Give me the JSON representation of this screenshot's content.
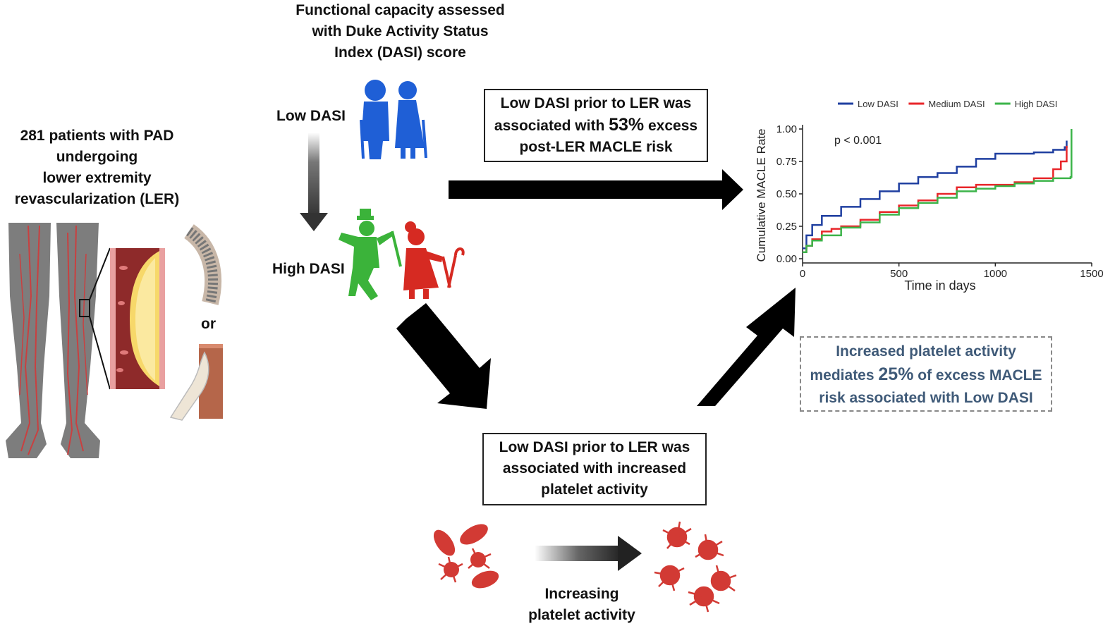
{
  "left_title": [
    "281 patients with PAD",
    "undergoing",
    "lower extremity",
    "revascularization (LER)"
  ],
  "or_label": "or",
  "top_title": [
    "Functional capacity assessed",
    "with Duke Activity Status",
    "Index (DASI) score"
  ],
  "low_dasi_label": "Low DASI",
  "high_dasi_label": "High DASI",
  "box_top": {
    "line1": "Low DASI prior to LER was",
    "line2_pre": "associated with ",
    "line2_big": "53%",
    "line2_post": " excess",
    "line3": "post-LER MACLE risk"
  },
  "box_bottom": [
    "Low DASI prior to LER was",
    "associated with increased",
    "platelet activity"
  ],
  "mediation_box": {
    "line1": "Increased platelet activity",
    "line2_pre": "mediates ",
    "line2_big": "25%",
    "line2_post": " of excess MACLE",
    "line3": "risk associated with Low DASI"
  },
  "increasing_label": [
    "Increasing",
    "platelet activity"
  ],
  "colors": {
    "low": "#1f3fa0",
    "medium": "#e8262a",
    "high": "#3cb44a",
    "person_blue": "#1f5fd6",
    "person_green": "#3bb33a",
    "person_red": "#d62a22",
    "platelet": "#d23a34"
  },
  "chart_data": {
    "type": "line",
    "title": "",
    "xlabel": "Time in days",
    "ylabel": "Cumulative MACLE Rate",
    "annotation": "p < 0.001",
    "xlim": [
      0,
      1500
    ],
    "ylim": [
      0,
      1.0
    ],
    "xticks": [
      "0",
      "500",
      "1000",
      "1500"
    ],
    "yticks": [
      "0.00",
      "0.25",
      "0.50",
      "0.75",
      "1.00"
    ],
    "legend_position": "top",
    "series": [
      {
        "name": "Low DASI",
        "color": "#1f3fa0",
        "x": [
          0,
          20,
          50,
          100,
          200,
          300,
          400,
          500,
          600,
          700,
          800,
          900,
          1000,
          1100,
          1200,
          1300,
          1360,
          1370
        ],
        "y": [
          0.08,
          0.18,
          0.26,
          0.33,
          0.4,
          0.46,
          0.52,
          0.58,
          0.63,
          0.66,
          0.71,
          0.77,
          0.81,
          0.81,
          0.82,
          0.84,
          0.86,
          0.91
        ]
      },
      {
        "name": "Medium DASI",
        "color": "#e8262a",
        "x": [
          0,
          20,
          50,
          100,
          150,
          200,
          300,
          400,
          500,
          600,
          700,
          800,
          900,
          1000,
          1100,
          1200,
          1300,
          1340,
          1370
        ],
        "y": [
          0.05,
          0.1,
          0.15,
          0.21,
          0.23,
          0.25,
          0.3,
          0.36,
          0.41,
          0.45,
          0.5,
          0.55,
          0.57,
          0.57,
          0.59,
          0.62,
          0.69,
          0.75,
          0.87
        ]
      },
      {
        "name": "High DASI",
        "color": "#3cb44a",
        "x": [
          0,
          20,
          50,
          100,
          200,
          300,
          400,
          500,
          600,
          700,
          800,
          900,
          1000,
          1100,
          1200,
          1300,
          1390,
          1395
        ],
        "y": [
          0.05,
          0.1,
          0.14,
          0.18,
          0.24,
          0.28,
          0.34,
          0.39,
          0.43,
          0.47,
          0.52,
          0.54,
          0.56,
          0.58,
          0.6,
          0.62,
          0.63,
          1.0
        ]
      }
    ]
  }
}
